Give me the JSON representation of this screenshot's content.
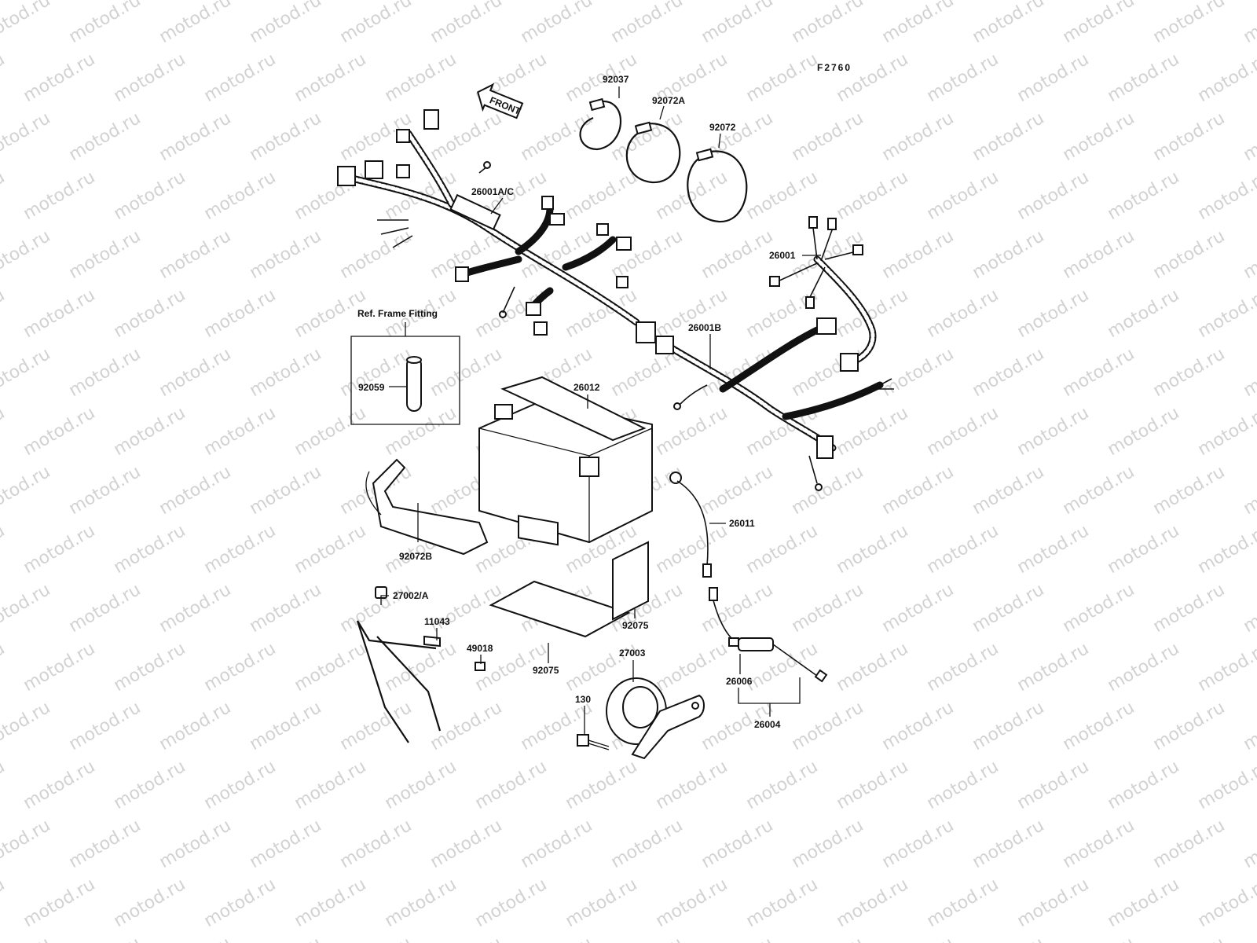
{
  "figure_code": "F2760",
  "front_arrow": "FRONT",
  "watermark": "motod.ru",
  "ref_box_title": "Ref. Frame Fitting",
  "labels": {
    "p92037": "92037",
    "p92072A": "92072A",
    "p92072": "92072",
    "p26001AC": "26001A/C",
    "p26001": "26001",
    "p26001B": "26001B",
    "p26012": "26012",
    "p92059": "92059",
    "p92072B": "92072B",
    "p27002A": "27002/A",
    "p11043": "11043",
    "p49018": "49018",
    "p92075a": "92075",
    "p92075b": "92075",
    "p27003": "27003",
    "p130": "130",
    "p26011": "26011",
    "p26006": "26006",
    "p26004": "26004"
  }
}
